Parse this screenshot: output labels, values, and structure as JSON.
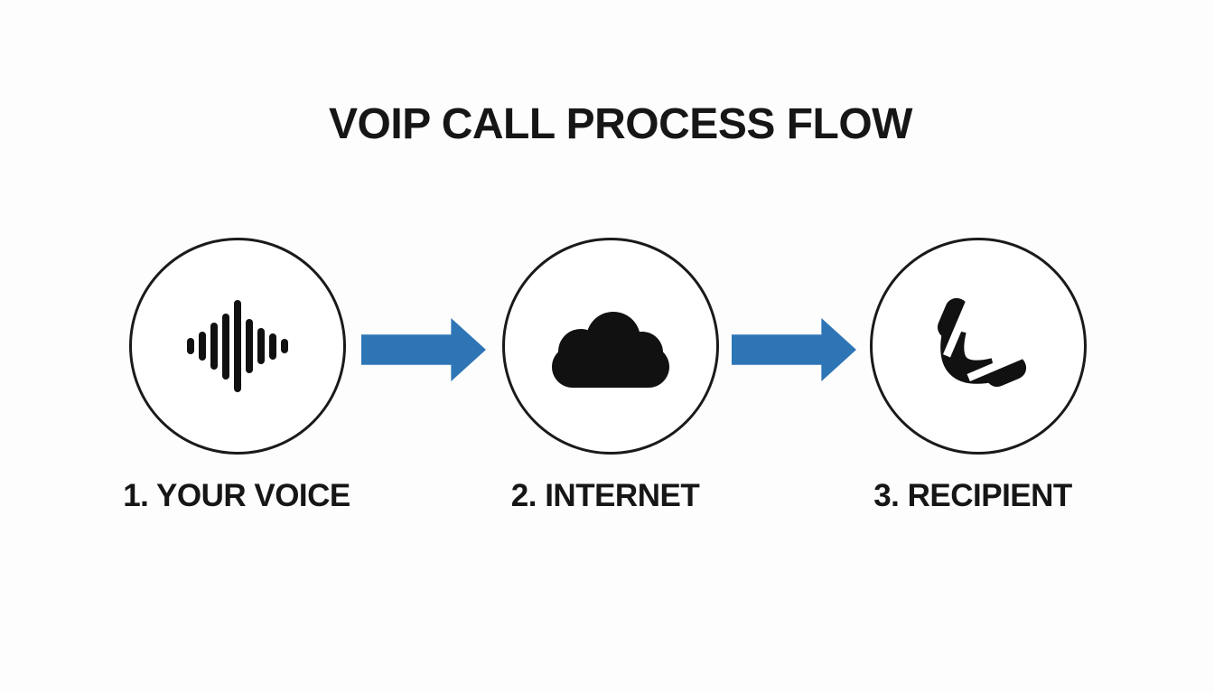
{
  "title": "VOIP CALL PROCESS FLOW",
  "colors": {
    "background": "#fdfdfd",
    "text": "#161616",
    "icon": "#111111",
    "circle_border": "#1a1a1a",
    "arrow": "#2e75b6"
  },
  "steps": [
    {
      "label": "1. YOUR VOICE",
      "icon": "sound-wave-icon"
    },
    {
      "label": "2. INTERNET",
      "icon": "cloud-icon"
    },
    {
      "label": "3. RECIPIENT",
      "icon": "phone-handset-icon"
    }
  ],
  "connector_icon": "arrow-right-icon",
  "waveform_bar_heights": [
    18,
    32,
    52,
    73,
    102,
    60,
    40,
    29,
    16
  ]
}
